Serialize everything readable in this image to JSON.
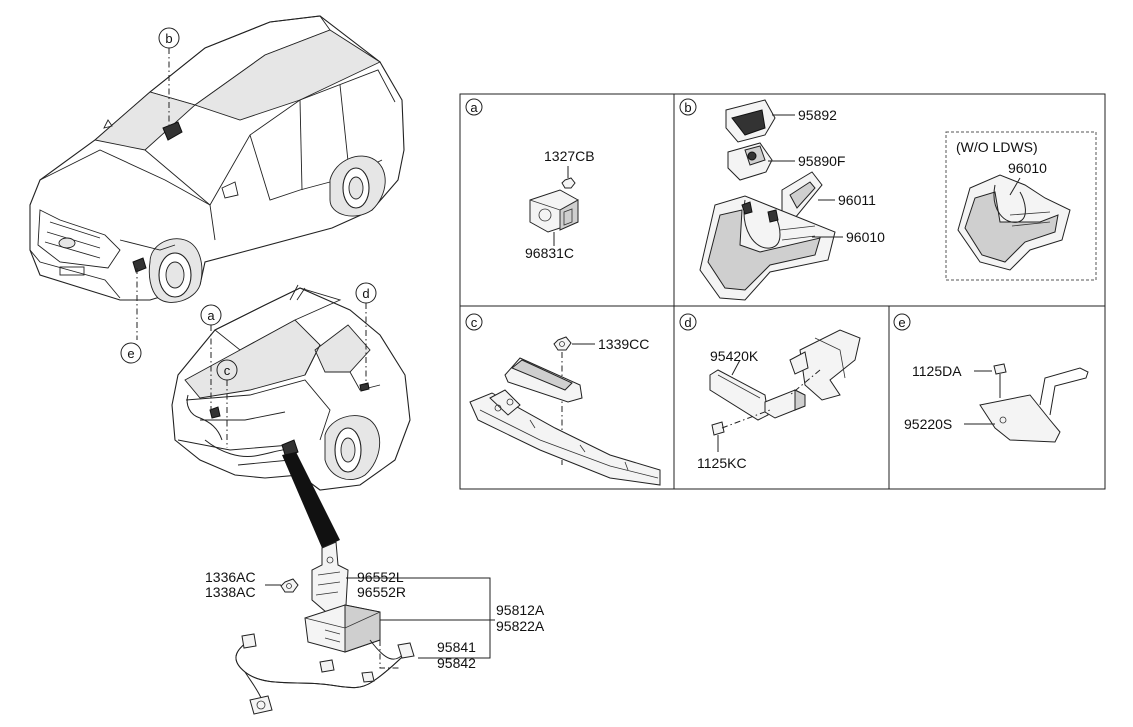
{
  "callout_letters": {
    "a": "a",
    "b": "b",
    "c": "c",
    "d": "d",
    "e": "e"
  },
  "panels": {
    "a": {
      "letter": "a",
      "parts": [
        "1327CB",
        "96831C"
      ]
    },
    "b": {
      "letter": "b",
      "parts": [
        "95892",
        "95890F",
        "96011",
        "96010"
      ],
      "variant": {
        "title": "(W/O LDWS)",
        "part": "96010"
      }
    },
    "c": {
      "letter": "c",
      "parts": [
        "1339CC"
      ]
    },
    "d": {
      "letter": "d",
      "parts": [
        "95420K",
        "1125KC"
      ]
    },
    "e": {
      "letter": "e",
      "parts": [
        "1125DA",
        "95220S"
      ]
    }
  },
  "radar_assembly": {
    "nut_labels": [
      "1336AC",
      "1338AC"
    ],
    "bracket_labels": [
      "96552L",
      "96552R"
    ],
    "unit_labels": [
      "95812A",
      "95822A"
    ],
    "harness_labels": [
      "95841",
      "95842"
    ]
  },
  "colors": {
    "line": "#222222",
    "part_fill": "#f4f4f4",
    "part_dark": "#333333"
  }
}
